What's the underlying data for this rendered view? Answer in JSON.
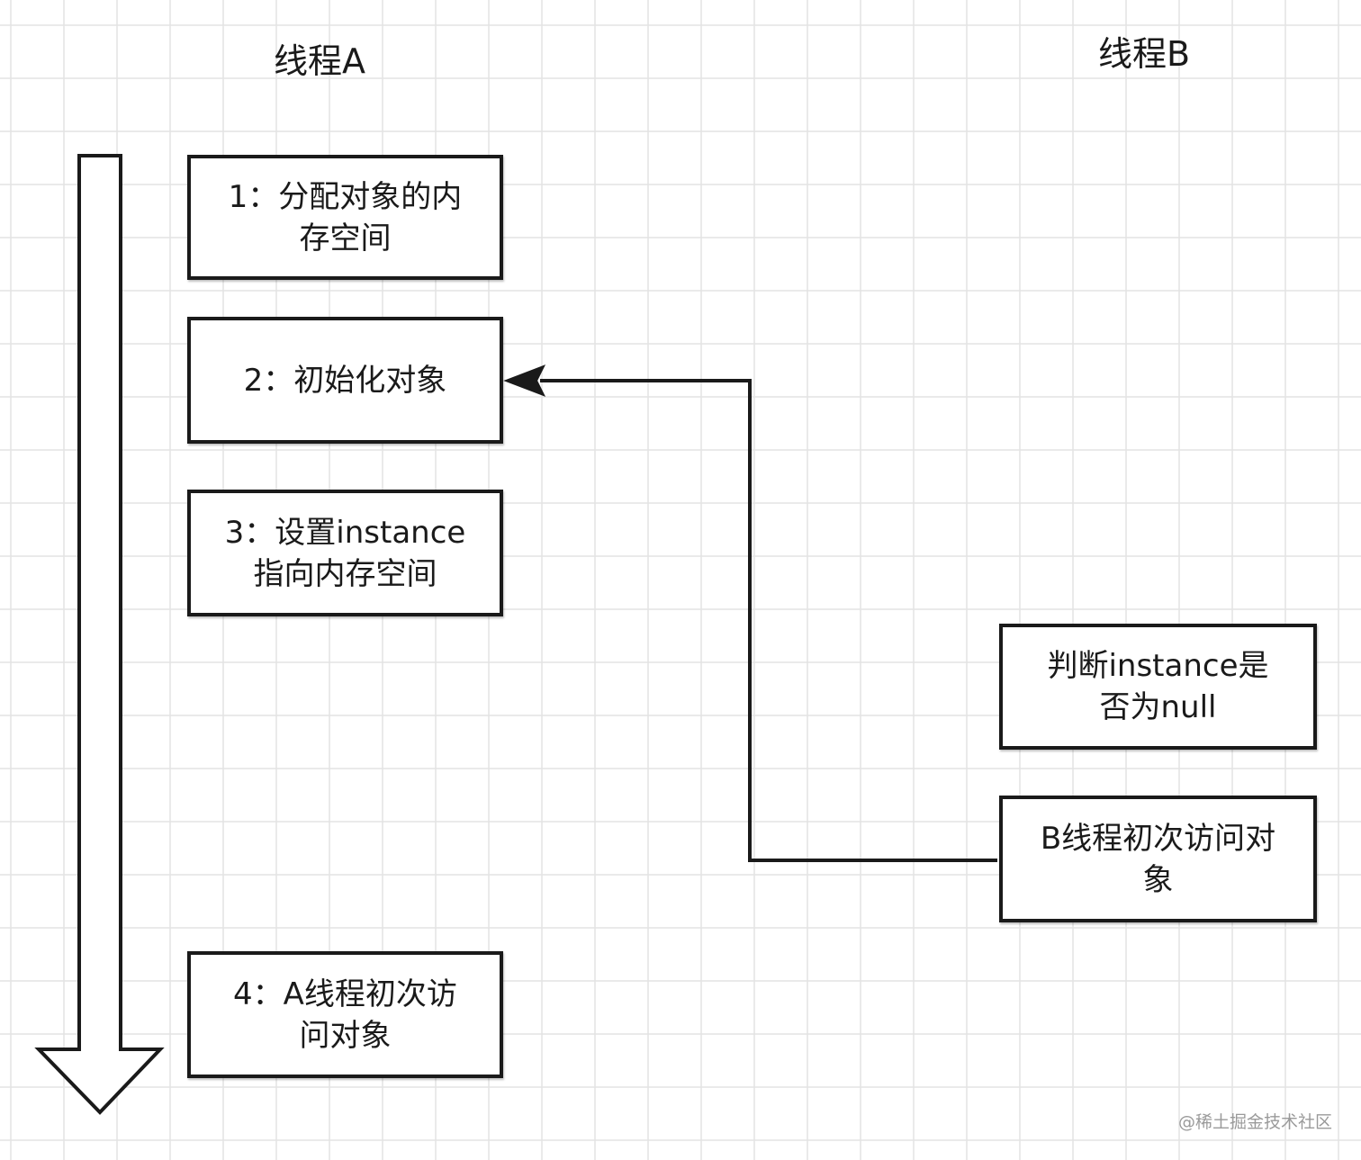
{
  "titles": {
    "thread_a": "线程A",
    "thread_b": "线程B"
  },
  "steps": [
    {
      "id": "step-1",
      "text": "1：分配对象的内\n存空间"
    },
    {
      "id": "step-2",
      "text": "2：初始化对象"
    },
    {
      "id": "step-3",
      "text": "3：设置instance\n指向内存空间"
    },
    {
      "id": "step-4",
      "text": "4：A线程初次访\n问对象"
    }
  ],
  "thread_b_steps": [
    {
      "id": "check-null",
      "text": "判断instance是\n否为null"
    },
    {
      "id": "first-access",
      "text": "B线程初次访问对\n象"
    }
  ],
  "connector": {
    "from": "first-access",
    "to": "step-2"
  },
  "watermark": "@稀土掘金技术社区",
  "colors": {
    "grid": "#e3e3e3",
    "stroke": "#1a1a1a",
    "background": "#ffffff"
  }
}
